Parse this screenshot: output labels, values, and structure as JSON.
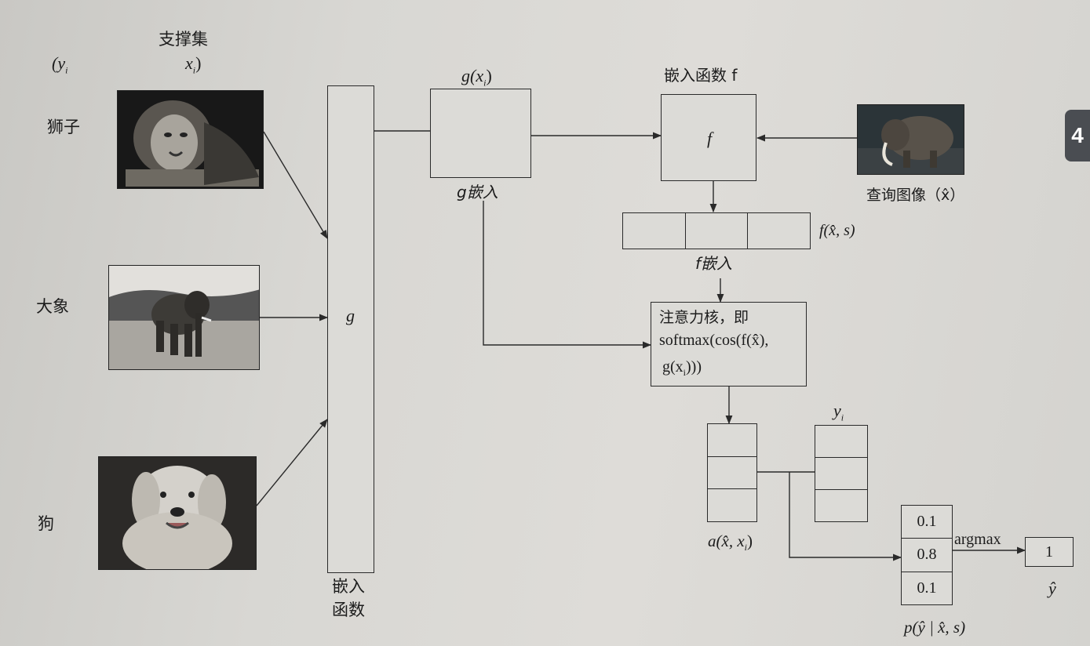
{
  "header": {
    "support_set": "支撑集",
    "yi_paren": "(y",
    "yi_sub": "i",
    "xi": "x",
    "xi_sub": "i",
    "xi_close": ")"
  },
  "classes": [
    "狮子",
    "大象",
    "狗"
  ],
  "embedding_g": {
    "label": "g",
    "caption_line1": "嵌入",
    "caption_line2": "函数"
  },
  "g_embed": {
    "title": "g(x",
    "title_sub": "i",
    "title_close": ")",
    "caption": "g嵌入"
  },
  "embedding_f": {
    "title": "嵌入函数 f",
    "label": "f"
  },
  "query": {
    "caption": "查询图像（x̂）"
  },
  "f_embed": {
    "side_label": "f(x̂, s)",
    "caption": "f嵌入"
  },
  "attention": {
    "line1": "注意力核，即",
    "line2": "softmax(cos(f(x̂),",
    "line3": "g(x",
    "line3_sub": "i",
    "line3_close": ")))"
  },
  "a_label": "a(x̂, x",
  "a_label_sub": "i",
  "a_label_close": ")",
  "yi_col": {
    "label": "y",
    "label_sub": "i"
  },
  "probabilities": {
    "values": [
      "0.1",
      "0.8",
      "0.1"
    ],
    "caption": "p(ŷ | x̂, s)"
  },
  "argmax": {
    "label": "argmax",
    "output": "1",
    "output_label": "ŷ"
  },
  "side_tab": "4",
  "colors": {
    "line": "#2a2a2a",
    "paper": "#d8d7d3",
    "tab": "#4a4d52"
  },
  "icons": [
    "lion-photo",
    "elephant-photo",
    "dog-photo",
    "mammoth-photo"
  ]
}
